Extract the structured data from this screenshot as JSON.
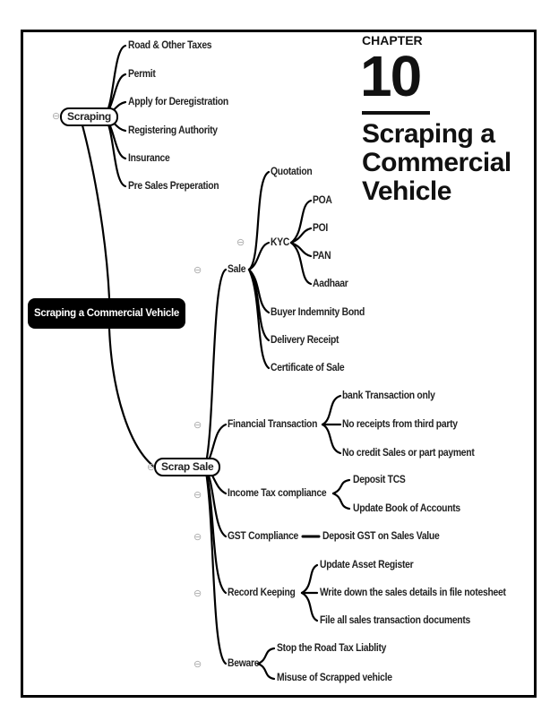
{
  "chapter": {
    "label": "CHAPTER",
    "number": "10",
    "title_lines": [
      "Scraping a",
      "Commercial",
      "Vehicle"
    ]
  },
  "root": "Scraping a Commercial Vehicle",
  "scraping": {
    "label": "Scraping",
    "children": [
      "Road & Other Taxes",
      "Permit",
      "Apply for Deregistration",
      "Registering Authority",
      "Insurance",
      "Pre Sales Preperation"
    ]
  },
  "scrap_sale": {
    "label": "Scrap Sale",
    "sale": {
      "label": "Sale",
      "quotation": "Quotation",
      "kyc": {
        "label": "KYC",
        "children": [
          "POA",
          "POI",
          "PAN",
          "Aadhaar"
        ]
      },
      "others": [
        "Buyer Indemnity Bond",
        "Delivery Receipt",
        "Certificate of Sale"
      ]
    },
    "financial": {
      "label": "Financial Transaction",
      "children": [
        "bank Transaction only",
        "No receipts from third party",
        "No credit Sales or part payment"
      ]
    },
    "income_tax": {
      "label": "Income Tax compliance",
      "children": [
        "Deposit TCS",
        "Update Book of Accounts"
      ]
    },
    "gst": {
      "label": "GST Compliance",
      "children": [
        "Deposit GST on Sales Value"
      ]
    },
    "record": {
      "label": "Record Keeping",
      "children": [
        "Update Asset Register",
        "Write down the sales details in file notesheet",
        "File all sales transaction documents"
      ]
    },
    "beware": {
      "label": "Beware",
      "children": [
        "Stop the Road Tax Liablity",
        "Misuse of Scrapped vehicle"
      ]
    }
  },
  "collapse_glyph": "⊖"
}
